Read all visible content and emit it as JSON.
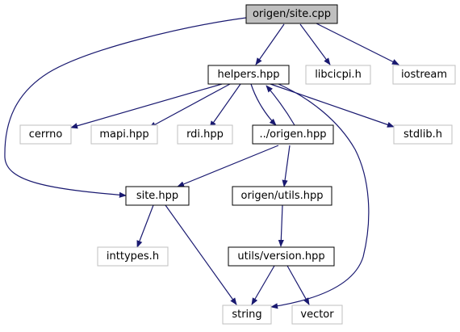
{
  "diagram": {
    "type": "include-dependency-graph",
    "edge_color": "#191970",
    "nodes": {
      "root": {
        "label": "origen/site.cpp",
        "style": "root"
      },
      "helpers": {
        "label": "helpers.hpp",
        "style": "internal"
      },
      "libcicpi": {
        "label": "libcicpi.h",
        "style": "external"
      },
      "iostream": {
        "label": "iostream",
        "style": "external"
      },
      "cerrno": {
        "label": "cerrno",
        "style": "external"
      },
      "mapi": {
        "label": "mapi.hpp",
        "style": "external"
      },
      "rdi": {
        "label": "rdi.hpp",
        "style": "external"
      },
      "origen_hpp": {
        "label": "../origen.hpp",
        "style": "internal"
      },
      "stdlib": {
        "label": "stdlib.h",
        "style": "external"
      },
      "site": {
        "label": "site.hpp",
        "style": "internal"
      },
      "utils": {
        "label": "origen/utils.hpp",
        "style": "internal"
      },
      "inttypes": {
        "label": "inttypes.h",
        "style": "external"
      },
      "version": {
        "label": "utils/version.hpp",
        "style": "internal"
      },
      "string": {
        "label": "string",
        "style": "external"
      },
      "vector": {
        "label": "vector",
        "style": "external"
      }
    },
    "edges": [
      {
        "from": "root",
        "to": "helpers"
      },
      {
        "from": "root",
        "to": "libcicpi"
      },
      {
        "from": "root",
        "to": "iostream"
      },
      {
        "from": "root",
        "to": "site"
      },
      {
        "from": "helpers",
        "to": "cerrno"
      },
      {
        "from": "helpers",
        "to": "mapi"
      },
      {
        "from": "helpers",
        "to": "rdi"
      },
      {
        "from": "helpers",
        "to": "origen_hpp"
      },
      {
        "from": "helpers",
        "to": "stdlib"
      },
      {
        "from": "helpers",
        "to": "string"
      },
      {
        "from": "origen_hpp",
        "to": "helpers"
      },
      {
        "from": "origen_hpp",
        "to": "site"
      },
      {
        "from": "origen_hpp",
        "to": "utils"
      },
      {
        "from": "site",
        "to": "inttypes"
      },
      {
        "from": "site",
        "to": "string"
      },
      {
        "from": "utils",
        "to": "version"
      },
      {
        "from": "version",
        "to": "string"
      },
      {
        "from": "version",
        "to": "vector"
      }
    ]
  }
}
